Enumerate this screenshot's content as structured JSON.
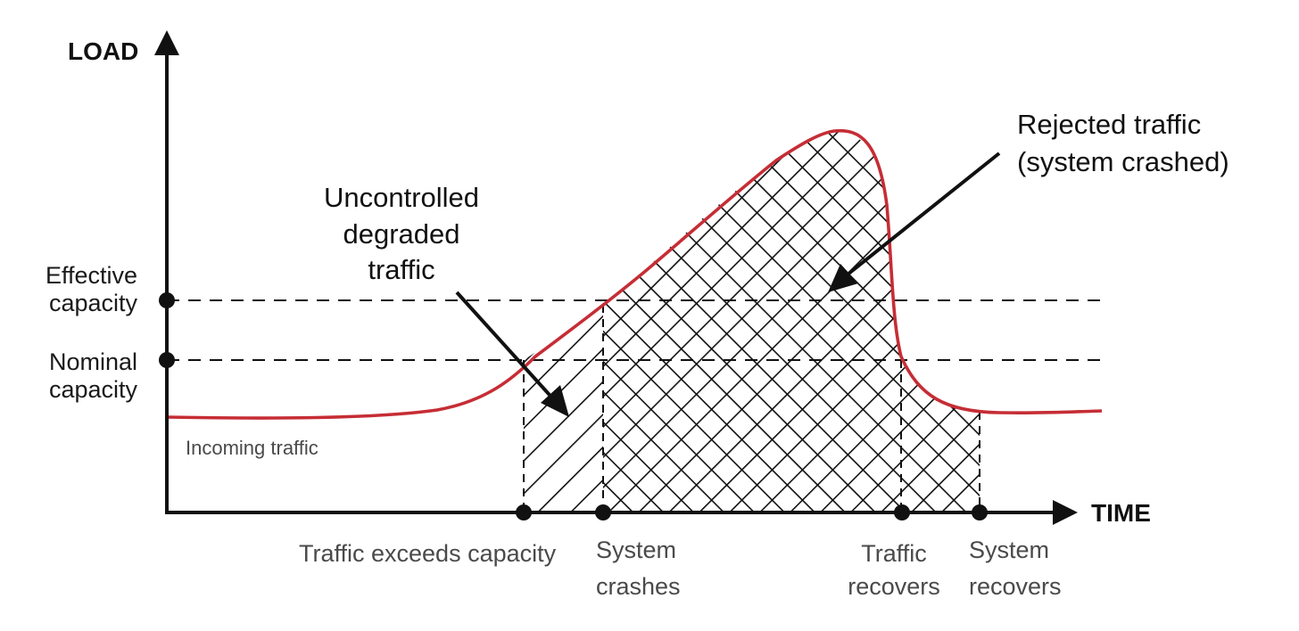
{
  "axes": {
    "y_label": "LOAD",
    "x_label": "TIME"
  },
  "levels": {
    "effective": [
      "Effective",
      "capacity"
    ],
    "nominal": [
      "Nominal",
      "capacity"
    ]
  },
  "curve_label": "Incoming traffic",
  "events": {
    "exceeds": "Traffic exceeds capacity",
    "crash": [
      "System",
      "crashes"
    ],
    "traffic_recovers": [
      "Traffic",
      "recovers"
    ],
    "system_recovers": [
      "System",
      "recovers"
    ]
  },
  "callouts": {
    "degraded": [
      "Uncontrolled",
      "degraded",
      "traffic"
    ],
    "rejected": [
      "Rejected traffic",
      "(system crashed)"
    ]
  },
  "colors": {
    "curve": "#c62d35",
    "ink": "#111111",
    "grey_text": "#4a4a4a"
  }
}
